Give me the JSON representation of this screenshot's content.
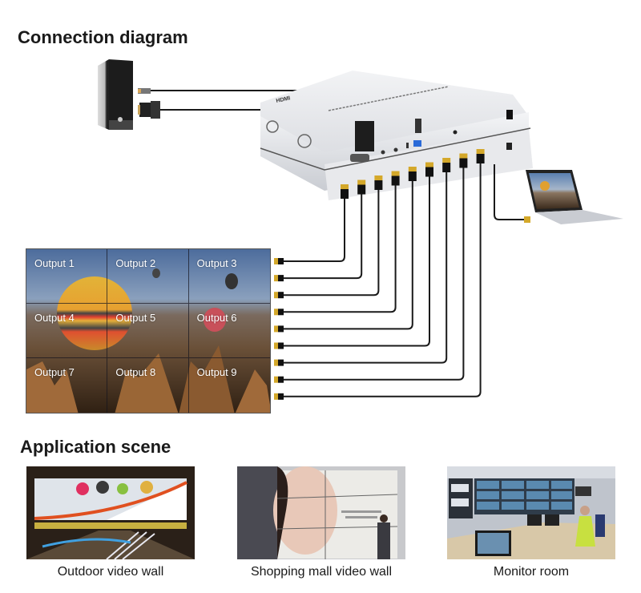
{
  "connection_section": {
    "title": "Connection diagram",
    "devices": {
      "source": "desktop-pc",
      "controller": "video-wall-controller",
      "controller_brand_text": "HDMI",
      "preview": "laptop"
    },
    "cables": {
      "pc_to_controller": [
        "rs232-serial",
        "usb-cable"
      ],
      "controller_to_laptop": "hdmi-loop-out",
      "outputs_count": 9
    },
    "video_wall": {
      "rows": 3,
      "columns": 3,
      "tiles": [
        {
          "label": "Output 1"
        },
        {
          "label": "Output 2"
        },
        {
          "label": "Output 3"
        },
        {
          "label": "Output 4"
        },
        {
          "label": "Output 5"
        },
        {
          "label": "Output 6"
        },
        {
          "label": "Output 7"
        },
        {
          "label": "Output 8"
        },
        {
          "label": "Output 9"
        }
      ],
      "image_subject": "hot-air-balloons-over-rocky-valley"
    }
  },
  "application_section": {
    "title": "Application scene",
    "scenes": [
      {
        "caption": "Outdoor video wall",
        "subject": "billboard-over-highway"
      },
      {
        "caption": "Shopping mall video wall",
        "subject": "woman-face-advertisement"
      },
      {
        "caption": "Monitor room",
        "subject": "control-room-operators"
      }
    ]
  },
  "colors": {
    "cable": "#1a1a1a",
    "connector_gold": "#d4a82a",
    "device_body": "#e4e6ea"
  }
}
